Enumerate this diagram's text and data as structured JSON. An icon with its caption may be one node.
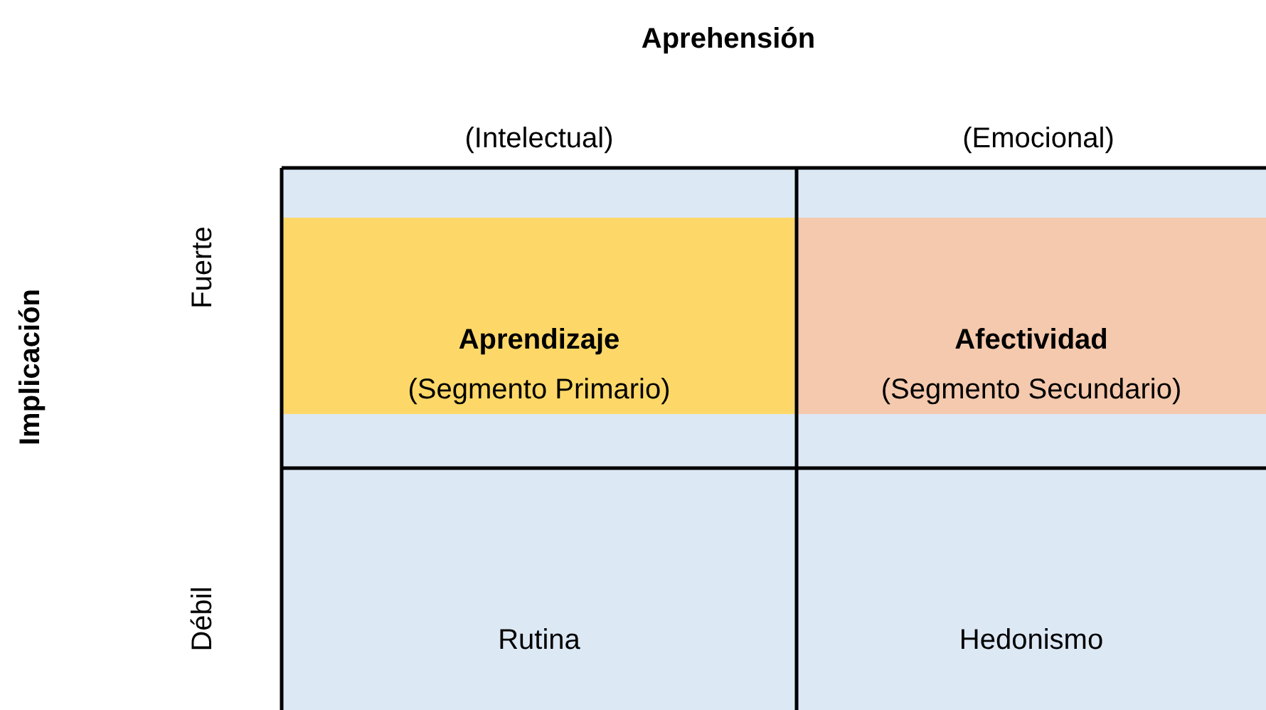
{
  "diagram": {
    "title": "Aprehensión",
    "nodes": [
      {
        "text": [
          "Aprendizaje",
          "(Segmento Primario)"
        ]
      },
      {
        "text": [
          "Afectividad",
          "(Segmento Secundario)"
        ]
      },
      {
        "text": [
          "Rutina"
        ]
      },
      {
        "text": [
          "Hedonismo"
        ]
      }
    ],
    "labels": [
      "(Intelectual)",
      "(Emocional)",
      "Implicación",
      "Fuerte",
      "Débil"
    ]
  }
}
